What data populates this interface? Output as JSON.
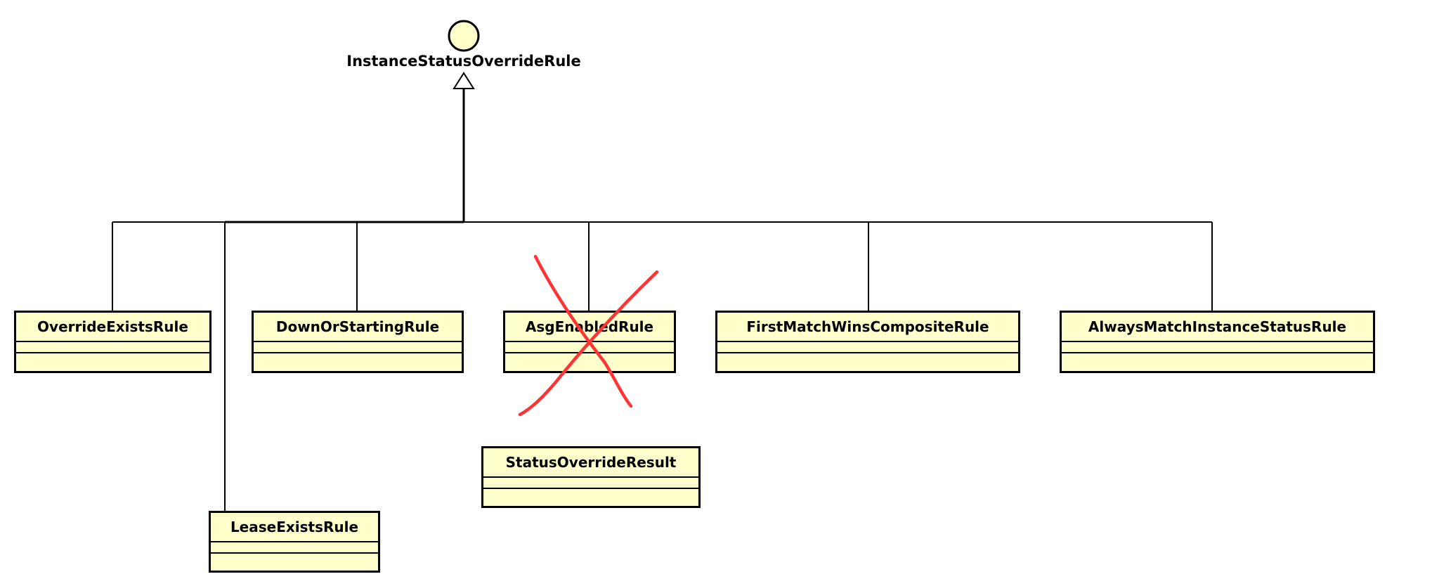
{
  "interface": {
    "name": "InstanceStatusOverrideRule"
  },
  "classes": {
    "override_exists": "OverrideExistsRule",
    "lease_exists": "LeaseExistsRule",
    "down_or_starting": "DownOrStartingRule",
    "asg_enabled": "AsgEnabledRule",
    "first_match_wins": "FirstMatchWinsCompositeRule",
    "always_match": "AlwaysMatchInstanceStatusRule",
    "status_override_result": "StatusOverrideResult"
  },
  "colors": {
    "class_fill": "#ffffcc",
    "interface_fill": "#ffffcc",
    "line": "#000000",
    "strike_mark": "#ff3333"
  }
}
